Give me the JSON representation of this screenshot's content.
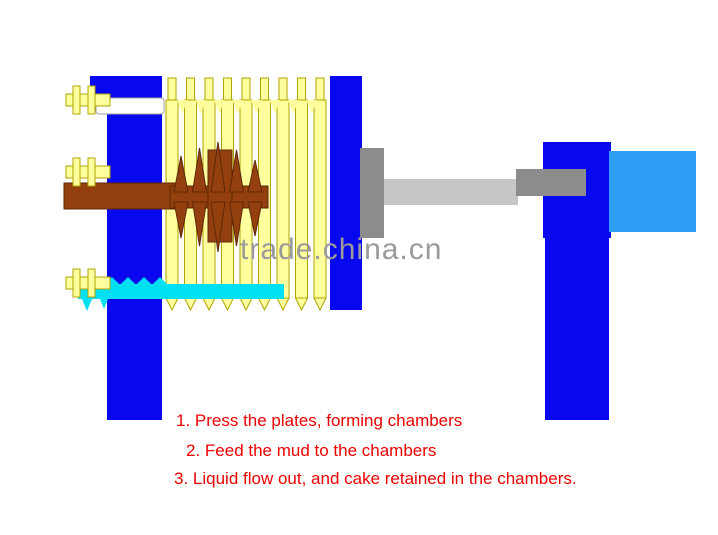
{
  "watermark": {
    "text": "trade.china.cn"
  },
  "steps": [
    "1. Press the plates, forming chambers",
    "2. Feed the mud to the chambers",
    "3. Liquid flow out, and cake retained in the chambers."
  ],
  "machine_parts": [
    "left-frame-column",
    "filter-plates",
    "mud-feed-pipe",
    "filter-cake",
    "liquid-outflow",
    "ram-flange",
    "hydraulic-rod",
    "piston",
    "cylinder-support-block",
    "hydraulic-cylinder",
    "right-support-leg"
  ],
  "colors": {
    "machine_blue": "#0708ee",
    "plate_yellow": "#ffff9e",
    "plate_outline": "#b0a400",
    "mud_brown": "#94400e",
    "mud_outline": "#5e2806",
    "liquid_cyan": "#00e0f5",
    "rod_gray": "#c6c6c6",
    "piston_gray": "#8c8c8c",
    "cylinder_blue": "#2e9ff5",
    "text_red": "#ee0000",
    "watermark_gray": "#9a9a9a"
  }
}
